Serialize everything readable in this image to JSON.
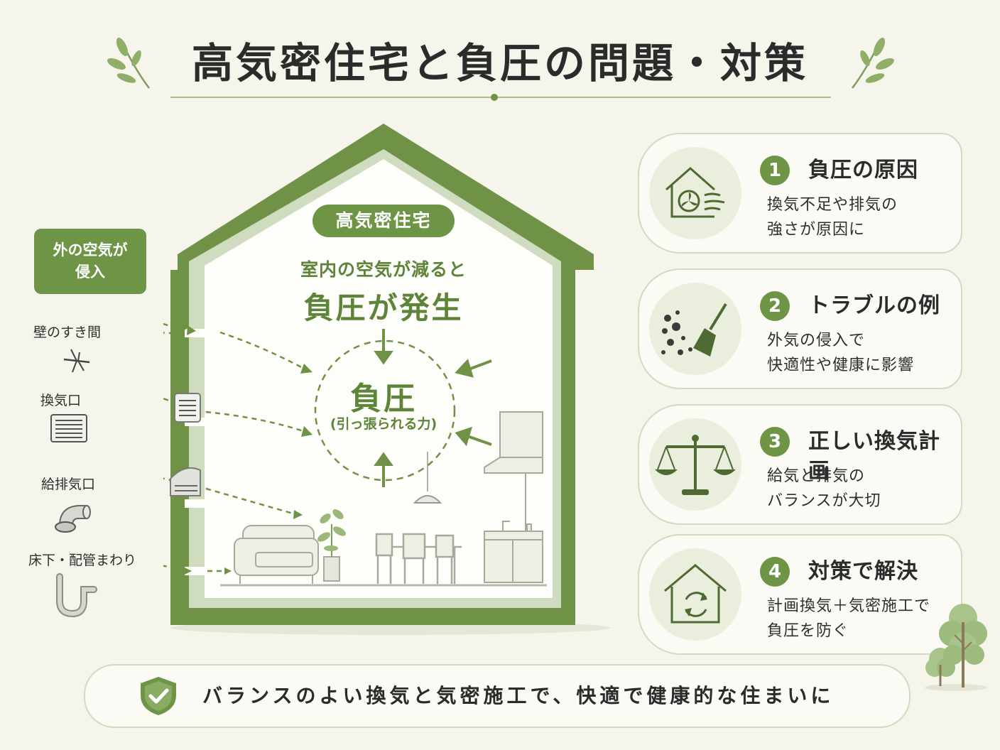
{
  "title": "高気密住宅と負圧の問題・対策",
  "house": {
    "badge": "高気密住宅",
    "subtitle": "室内の空気が減ると",
    "headline": "負圧が発生",
    "center_label": "負圧",
    "center_sub": "(引っ張られる力)"
  },
  "outside": {
    "label": "外の空気が\n侵入",
    "sources": [
      {
        "label": "壁のすき間",
        "icon": "wall-gap-icon"
      },
      {
        "label": "換気口",
        "icon": "vent-grille-icon"
      },
      {
        "label": "給排気口",
        "icon": "duct-hood-icon"
      },
      {
        "label": "床下・配管まわり",
        "icon": "pipe-icon"
      }
    ]
  },
  "cards": [
    {
      "num": "1",
      "title": "負圧の原因",
      "desc": "換気不足や排気の\n強さが原因に",
      "icon": "house-fan-icon"
    },
    {
      "num": "2",
      "title": "トラブルの例",
      "desc": "外気の侵入で\n快適性や健康に影響",
      "icon": "dust-broom-icon"
    },
    {
      "num": "3",
      "title": "正しい換気計画",
      "desc": "給気と排気の\nバランスが大切",
      "icon": "balance-scale-icon"
    },
    {
      "num": "4",
      "title": "対策で解決",
      "desc": "計画換気＋気密施工で\n負圧を防ぐ",
      "icon": "house-cycle-icon"
    }
  ],
  "footer": {
    "text": "バランスのよい換気と気密施工で、快適で健康的な住まいに",
    "icon": "shield-check-icon"
  },
  "colors": {
    "accent": "#6e9446",
    "accent_light": "#eaefdd",
    "house_wall": "#6f9247",
    "background": "#f6f5ec"
  }
}
